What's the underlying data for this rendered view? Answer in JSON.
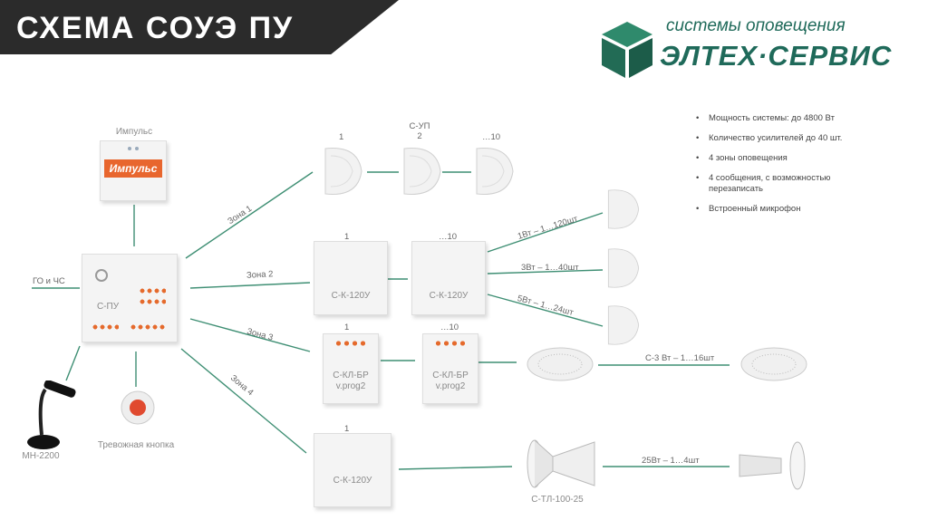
{
  "title": "СХЕМА СОУЭ ПУ",
  "logo": {
    "tagline": "системы оповещения",
    "name": "ЭЛТЕХ·СЕРВИС"
  },
  "specs": [
    "Мощность системы: до 4800 Вт",
    "Количество усилителей до 40 шт.",
    "4 зоны оповещения",
    "4 сообщения, с возможностью перезаписать",
    "Встроенный микрофон"
  ],
  "impulse": {
    "label": "Импульс",
    "panel_text": "Импульс"
  },
  "main": {
    "label": "С-ПУ",
    "input_label": "ГО и ЧС"
  },
  "mic": {
    "label": "МН-2200"
  },
  "alarm": {
    "label": "Тревожная кнопка"
  },
  "zones": [
    "Зона 1",
    "Зона 2",
    "Зона 3",
    "Зона 4"
  ],
  "zone1": {
    "n1": "1",
    "n2_line1": "С-УП",
    "n2_line2": "2",
    "n3": "…10"
  },
  "zone2": {
    "n1": "1",
    "n2": "…10",
    "amp": "С-К-120У",
    "loads": [
      "1Вт – 1…120шт",
      "3Вт – 1…40шт",
      "5Вт – 1…24шт"
    ]
  },
  "zone3": {
    "n1": "1",
    "n2": "…10",
    "amp_line1": "С-КЛ-БР",
    "amp_line2": "v.prog2",
    "load": "С-3 Вт – 1…16шт"
  },
  "zone4": {
    "n1": "1",
    "amp": "С-К-120У",
    "load": "25Вт – 1…4шт",
    "horn": "С-ТЛ-100-25"
  }
}
